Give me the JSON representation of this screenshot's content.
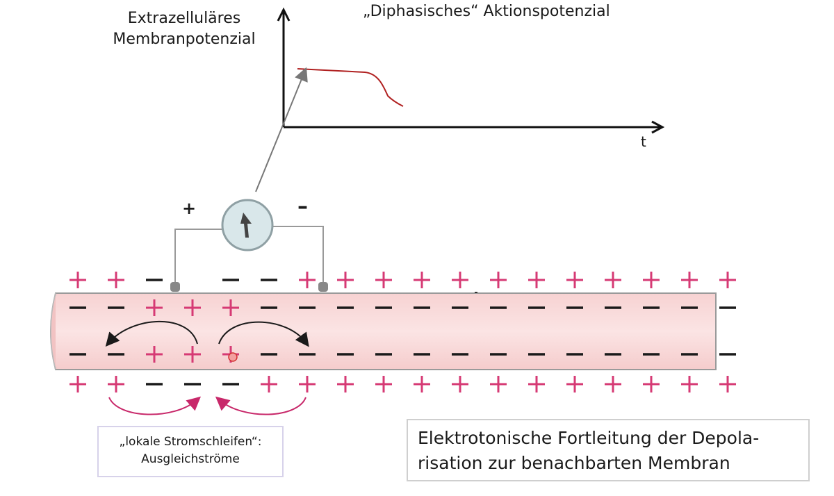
{
  "graph": {
    "y_label_lines": [
      "Extrazelluläres",
      "Membranpotenzial"
    ],
    "title": "„Diphasisches“ Aktionspotenzial",
    "x_label": "t",
    "trace_color": "#b02020"
  },
  "meter": {
    "plus_label": "+",
    "minus_label": "–"
  },
  "axon": {
    "fill_color": "#f9d9d9",
    "outer_top": [
      "+",
      "+",
      "–",
      "",
      "–",
      "–",
      "+",
      "+",
      "+",
      "+",
      "+",
      "+",
      "+",
      "+",
      "+",
      "+",
      "+",
      "+"
    ],
    "inner_top": [
      "–",
      "–",
      "+",
      "+",
      "+",
      "–",
      "–",
      "–",
      "–",
      "–",
      "–",
      "–",
      "–",
      "–",
      "–",
      "–",
      "–",
      "–"
    ],
    "inner_bottom": [
      "–",
      "–",
      "+",
      "+",
      "+",
      "–",
      "–",
      "–",
      "–",
      "–",
      "–",
      "–",
      "–",
      "–",
      "–",
      "–",
      "–",
      "–"
    ],
    "outer_bottom": [
      "+",
      "+",
      "–",
      "–",
      "–",
      "+",
      "+",
      "+",
      "+",
      "+",
      "+",
      "+",
      "+",
      "+",
      "+",
      "+",
      "+",
      "+"
    ],
    "plus_color": "#d63a74",
    "minus_color": "#1a1a1a"
  },
  "notes": {
    "currents_lines": [
      "„lokale Stromschleifen“:",
      "Ausgleichströme"
    ],
    "caption_lines": [
      "Elektrotonische Fortleitung der Depola-",
      "risation zur benachbarten Membran"
    ]
  }
}
